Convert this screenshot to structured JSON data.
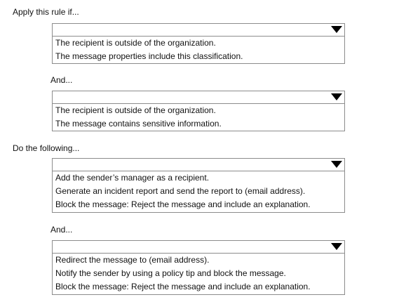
{
  "condition": {
    "heading": "Apply this rule if...",
    "dropdown1": {
      "options": [
        "The recipient is outside of the organization.",
        "The message properties include this classification."
      ]
    },
    "and_label": "And...",
    "dropdown2": {
      "options": [
        "The recipient is outside of the organization.",
        "The message contains sensitive information."
      ]
    }
  },
  "action": {
    "heading": "Do the following...",
    "dropdown1": {
      "options": [
        "Add the sender’s manager as a recipient.",
        "Generate an incident report and send the report to (email address).",
        "Block the message: Reject the message and include an explanation."
      ]
    },
    "and_label": "And...",
    "dropdown2": {
      "options": [
        "Redirect the message to (email address).",
        "Notify the sender by using a policy tip and block the message.",
        "Block the message: Reject the message and include an explanation."
      ]
    }
  },
  "icons": {
    "dropdown_arrow": "caret-down-icon"
  }
}
